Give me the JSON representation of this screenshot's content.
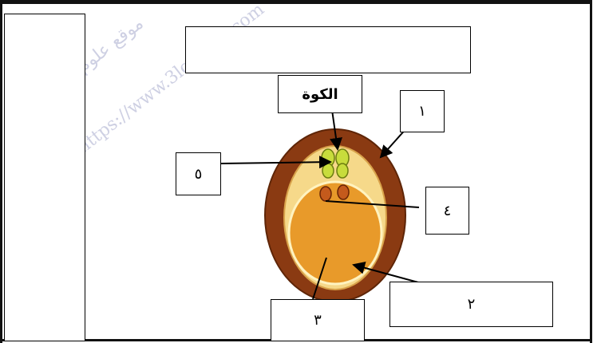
{
  "diagram": {
    "labels": {
      "window": "الكوة",
      "one": "١",
      "two": "٢",
      "three": "٣",
      "four": "٤",
      "five": "٥"
    },
    "watermark": {
      "line1": "موقع علوم للجميع",
      "line2": "https://www.3lom4all.com"
    },
    "colors": {
      "outer_layer": "#8a3a12",
      "middle_layer": "#f3d27a",
      "inner_body": "#e89a2a",
      "seed_green": "#c8dc3c",
      "seed_orange": "#c45a1c"
    }
  }
}
